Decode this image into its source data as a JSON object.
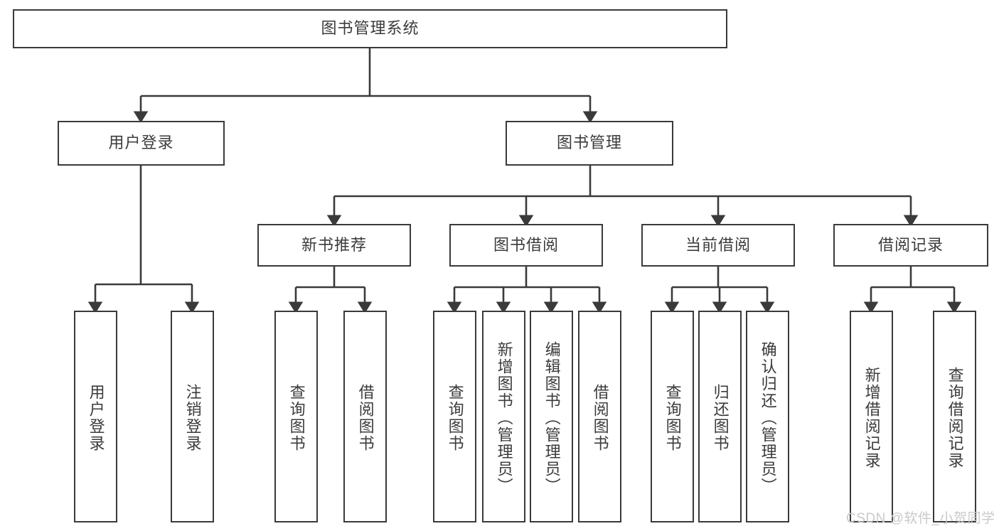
{
  "diagram": {
    "title": "图书管理系统",
    "type": "hierarchy-tree",
    "root": {
      "label": "图书管理系统"
    },
    "level2": [
      {
        "label": "用户登录"
      },
      {
        "label": "图书管理"
      }
    ],
    "level3": [
      {
        "label": "新书推荐"
      },
      {
        "label": "图书借阅"
      },
      {
        "label": "当前借阅"
      },
      {
        "label": "借阅记录"
      }
    ],
    "leaves": [
      {
        "label": "用户登录",
        "parent": "用户登录"
      },
      {
        "label": "注销登录",
        "parent": "用户登录"
      },
      {
        "label": "查询图书",
        "parent": "新书推荐"
      },
      {
        "label": "借阅图书",
        "parent": "新书推荐"
      },
      {
        "label": "查询图书",
        "parent": "图书借阅"
      },
      {
        "label": "新增图书（管理员）",
        "parent": "图书借阅"
      },
      {
        "label": "编辑图书（管理员）",
        "parent": "图书借阅"
      },
      {
        "label": "借阅图书",
        "parent": "图书借阅"
      },
      {
        "label": "查询图书",
        "parent": "当前借阅"
      },
      {
        "label": "归还图书",
        "parent": "当前借阅"
      },
      {
        "label": "确认归还（管理员）",
        "parent": "当前借阅"
      },
      {
        "label": "新增借阅记录",
        "parent": "借阅记录"
      },
      {
        "label": "查询借阅记录",
        "parent": "借阅记录"
      }
    ]
  },
  "watermark": {
    "text": "CSDN @软件_小贺同学"
  },
  "colors": {
    "border": "#3a3a3a",
    "text": "#3b3b3b",
    "background": "#ffffff",
    "watermark": "#c9c9c9"
  }
}
